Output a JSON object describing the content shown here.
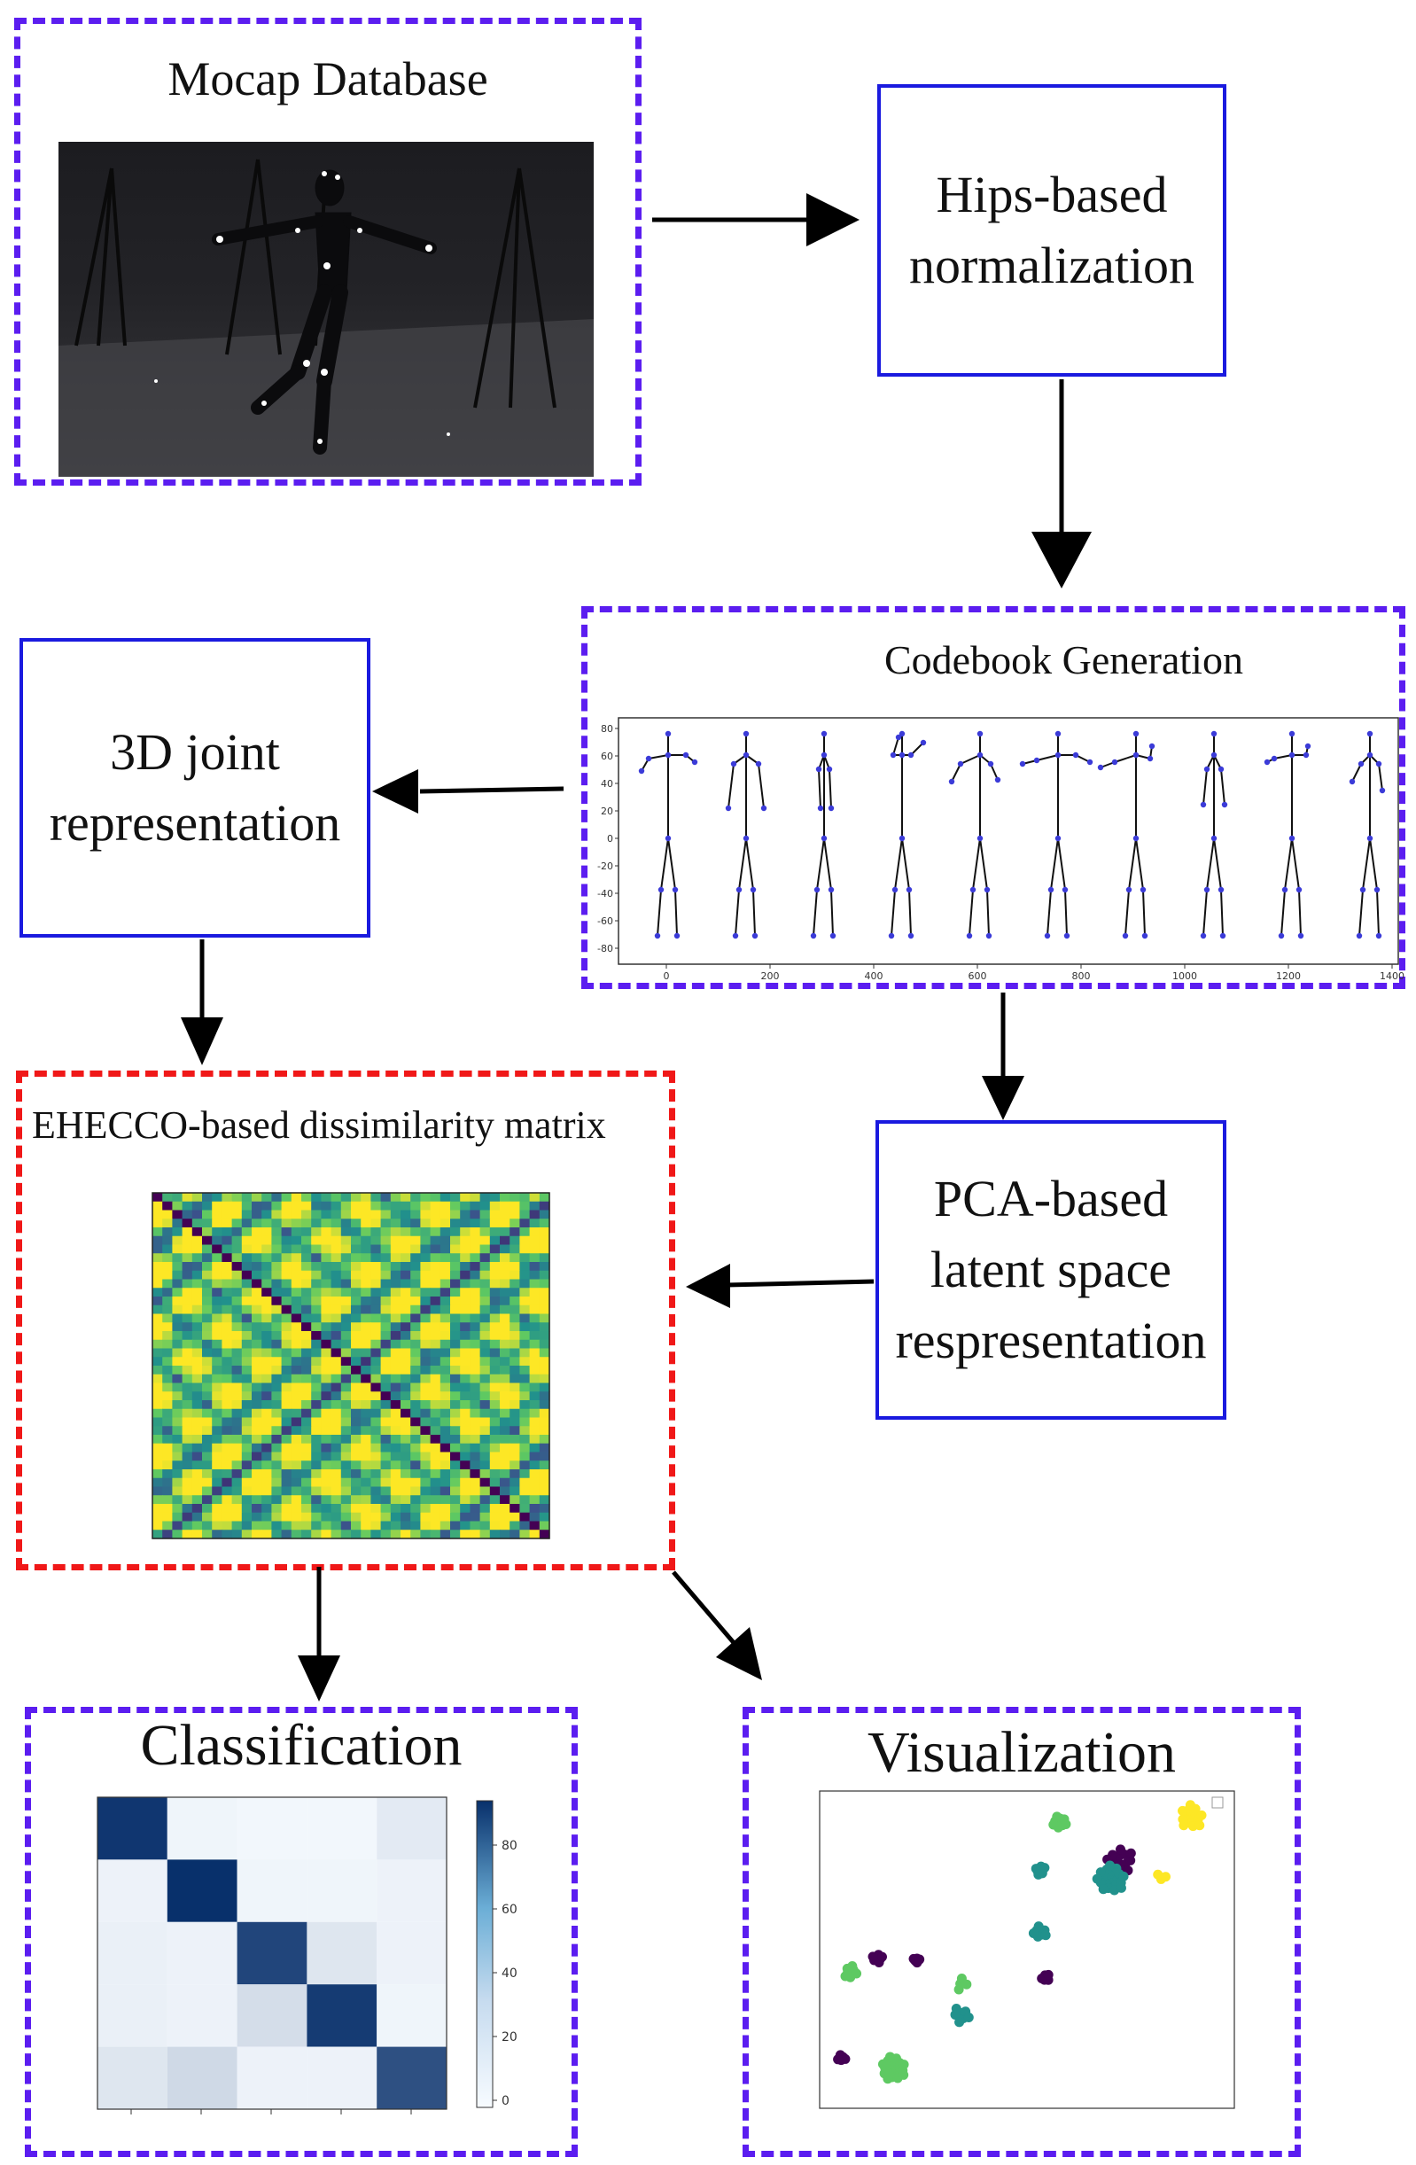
{
  "mocap": {
    "title": "Mocap Database"
  },
  "hips": {
    "line1": "Hips-based",
    "line2": "normalization"
  },
  "codebook": {
    "title": "Codebook Generation",
    "yticks": [
      "80",
      "60",
      "40",
      "20",
      "0",
      "-20",
      "-40",
      "-60",
      "-80"
    ],
    "xticks": [
      "0",
      "200",
      "400",
      "600",
      "800",
      "1000",
      "1200",
      "1400"
    ]
  },
  "joint": {
    "line1": "3D joint",
    "line2": "representation"
  },
  "pca": {
    "line1": "PCA-based",
    "line2": "latent space",
    "line3": "respresentation"
  },
  "matrix": {
    "title": "EHECCO-based dissimilarity matrix"
  },
  "classification": {
    "title": "Classification",
    "colorbar_ticks": [
      "80",
      "60",
      "40",
      "20",
      "0"
    ]
  },
  "visualization": {
    "title": "Visualization"
  },
  "colors": {
    "dashed_border": "#5b1df0",
    "matrix_border": "#f01818",
    "box_border": "#1a1adf",
    "heatmap_dark": "#08306b",
    "cluster_purple": "#440154",
    "cluster_teal": "#21918c",
    "cluster_green": "#5ec962",
    "cluster_yellow": "#fde725"
  }
}
